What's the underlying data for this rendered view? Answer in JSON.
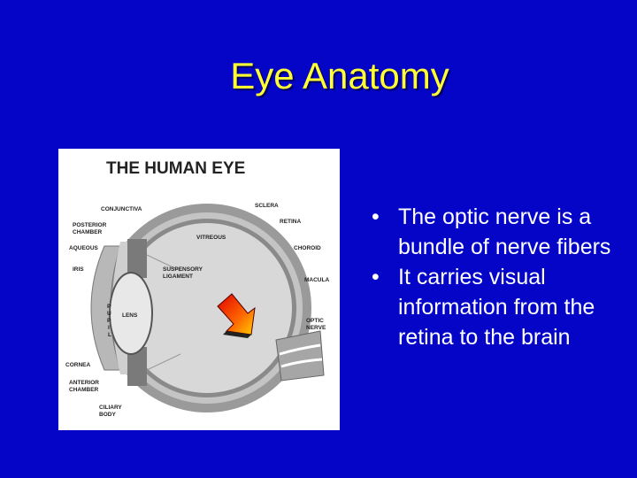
{
  "title": "Eye Anatomy",
  "diagram": {
    "heading": "THE HUMAN EYE",
    "labels": {
      "conjunctiva": "CONJUNCTIVA",
      "posterior_1": "POSTERIOR",
      "posterior_2": "CHAMBER",
      "aqueous": "AQUEOUS",
      "iris": "IRIS",
      "sclera": "SCLERA",
      "retina": "RETINA",
      "vitreous": "VITREOUS",
      "choroid": "CHOROID",
      "suspensory_1": "SUSPENSORY",
      "suspensory_2": "LIGAMENT",
      "macula": "MACULA",
      "pupil_letters": [
        "P",
        "U",
        "P",
        "I",
        "L"
      ],
      "lens": "LENS",
      "optic_1": "OPTIC",
      "optic_2": "NERVE",
      "cornea": "CORNEA",
      "anterior_1": "ANTERIOR",
      "anterior_2": "CHAMBER",
      "ciliary_1": "CILIARY",
      "ciliary_2": "BODY"
    }
  },
  "bullets": [
    "The optic nerve is a bundle of nerve fibers",
    "It carries visual information from the retina to the brain"
  ]
}
